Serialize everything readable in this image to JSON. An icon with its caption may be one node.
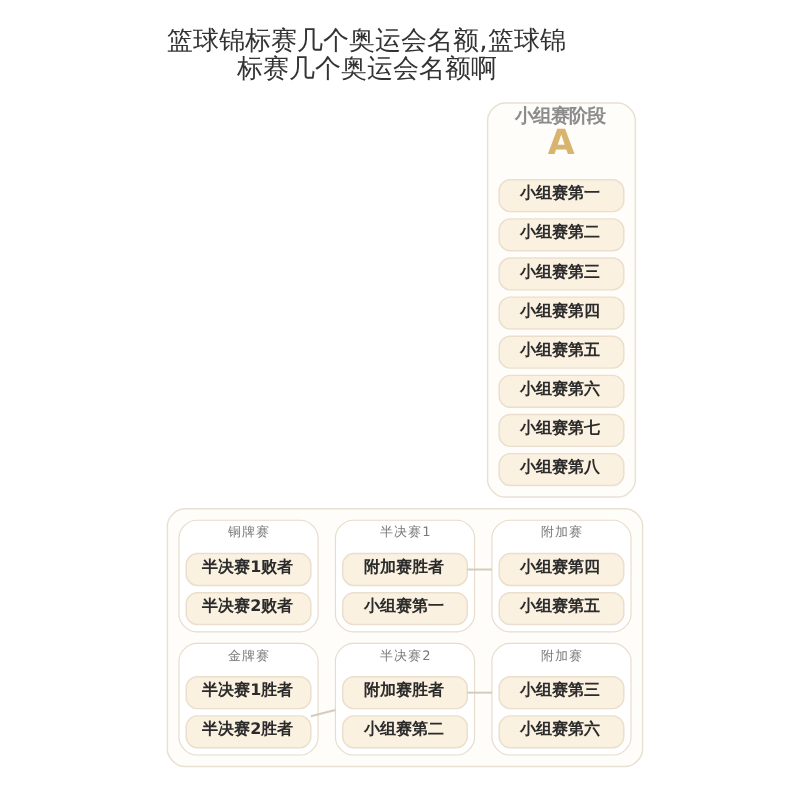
{
  "diagram": {
    "title": "篮球锦标赛几个奥运会名额,篮球锦标赛几个奥运会名额啊",
    "nodes": [
      {
        "text": [],
        "shape": "box"
      },
      {
        "text": [
          "附加赛"
        ],
        "in": 0
      },
      {
        "text": [
          "小组赛第四"
        ],
        "in": 1
      },
      {
        "text": [
          "小组赛第五"
        ],
        "in": 1
      },
      {
        "text": [
          "半决赛1"
        ],
        "in": 0
      },
      {
        "text": [
          "附加赛胜者"
        ],
        "in": 4
      },
      {
        "text": [
          "小组赛第一"
        ],
        "in": 4
      },
      {
        "text": [
          "金牌赛"
        ],
        "in": 0
      },
      {
        "text": [
          "半决赛1胜者"
        ],
        "in": 7
      },
      {
        "text": [
          "半决赛2胜者"
        ],
        "in": 7
      },
      {
        "text": [
          "半决赛2"
        ],
        "in": 0
      },
      {
        "text": [
          "附加赛胜者"
        ],
        "in": 10
      },
      {
        "text": [
          "小组赛第二"
        ],
        "in": 10
      },
      {
        "text": [
          "铜牌赛"
        ],
        "in": 0
      },
      {
        "text": [
          "半决赛1败者"
        ],
        "in": 13
      },
      {
        "text": [
          "半决赛2败者"
        ],
        "in": 13
      },
      {
        "text": [
          "附加赛"
        ],
        "in": 0
      },
      {
        "text": [
          "小组赛第三"
        ],
        "in": 16
      },
      {
        "text": [
          "小组赛第六"
        ],
        "in": 16
      },
      {
        "text": [
          "小组赛阶段",
          "A"
        ]
      },
      {
        "text": [
          "小组赛第一"
        ],
        "in": 19
      },
      {
        "text": [
          "小组赛第二"
        ],
        "in": 19
      },
      {
        "text": [
          "小组赛第三"
        ],
        "in": 19
      },
      {
        "text": [
          "小组赛第四"
        ],
        "in": 19
      },
      {
        "text": [
          "小组赛第五"
        ],
        "in": 19
      },
      {
        "text": [
          "小组赛第六"
        ],
        "in": 19
      },
      {
        "text": [
          "小组赛第七"
        ],
        "in": 19
      },
      {
        "text": [
          "小组赛第八"
        ],
        "in": 19
      }
    ],
    "edges": [
      {
        "from": 1,
        "to": 5,
        "arrow": "none"
      },
      {
        "from": 10,
        "to": 9,
        "arrow": "none"
      },
      {
        "from": 16,
        "to": 11,
        "arrow": "none"
      }
    ]
  }
}
